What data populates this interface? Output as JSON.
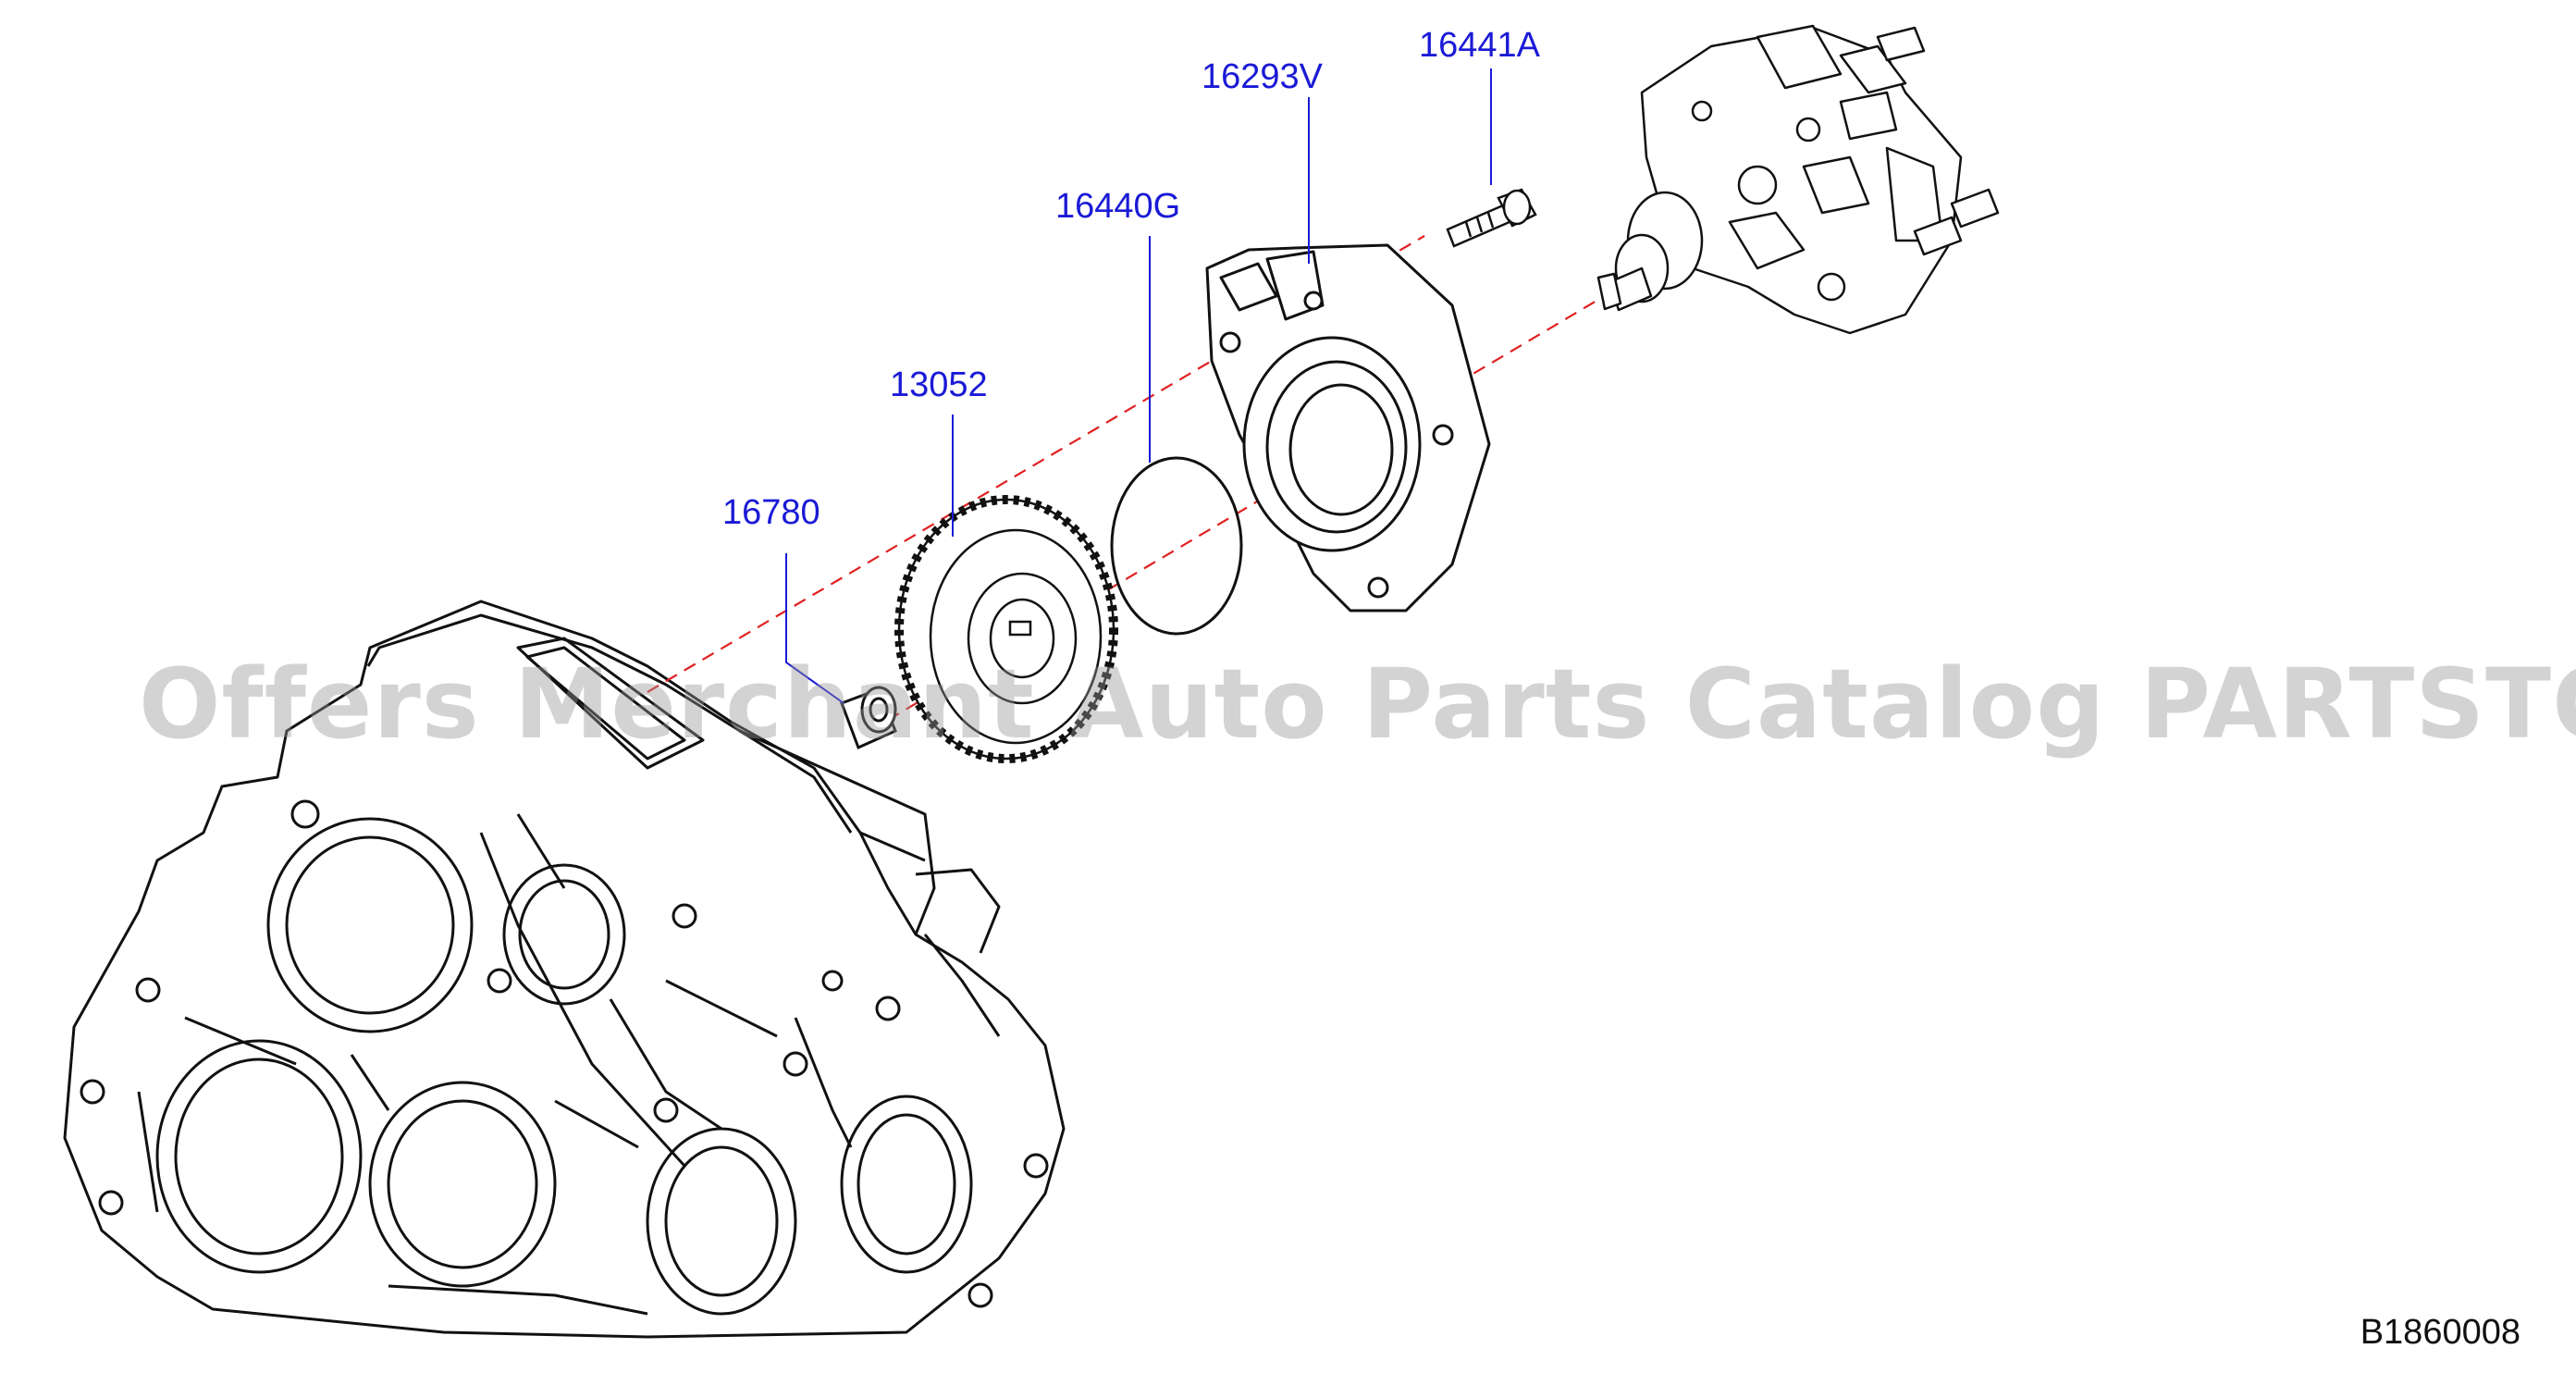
{
  "labels": [
    {
      "id": "16441A",
      "text": "16441A"
    },
    {
      "id": "16293V",
      "text": "16293V"
    },
    {
      "id": "16440G",
      "text": "16440G"
    },
    {
      "id": "13052",
      "text": "13052"
    },
    {
      "id": "16780",
      "text": "16780"
    }
  ],
  "watermark": "Offers Merchant Auto Parts Catalog PARTSTORE.SA",
  "drawing_id": "B1860008",
  "colors": {
    "label": "#1a1ad6",
    "leader_line": "#1a1ad6",
    "center_line": "#e02020",
    "outline": "#111111",
    "watermark": "#969696"
  }
}
